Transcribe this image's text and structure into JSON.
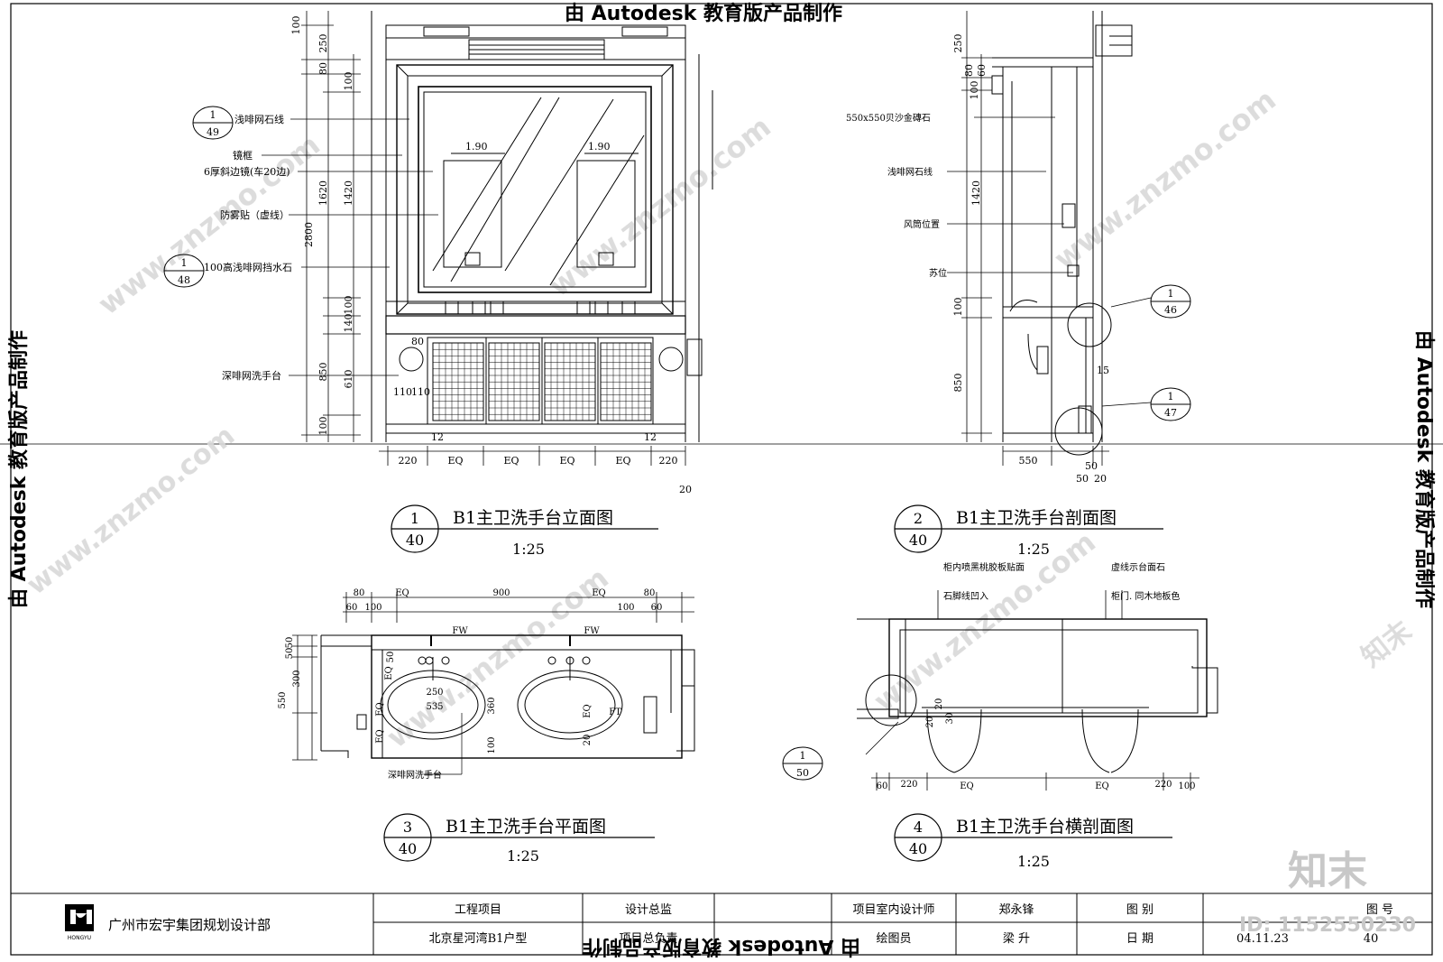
{
  "banner": {
    "top": "由 Autodesk 教育版产品制作",
    "bottom": "由 Autodesk 教育版产品制作",
    "left": "由 Autodesk 教育版产品制作",
    "right": "由 Autodesk 教育版产品制作"
  },
  "watermark": {
    "url": "www.znzmo.com",
    "brand": "知末",
    "brand_id": "ID: 1152550230"
  },
  "views": [
    {
      "num": "1",
      "sheet": "40",
      "title": "B1主卫洗手台立面图",
      "scale": "1:25"
    },
    {
      "num": "2",
      "sheet": "40",
      "title": "B1主卫洗手台剖面图",
      "scale": "1:25"
    },
    {
      "num": "3",
      "sheet": "40",
      "title": "B1主卫洗手台平面图",
      "scale": "1:25"
    },
    {
      "num": "4",
      "sheet": "40",
      "title": "B1主卫洗手台横剖面图",
      "scale": "1:25"
    }
  ],
  "elev": {
    "labels": [
      "浅啡网石线",
      "镜框",
      "6厚斜边镜(车20边)",
      "防雾贴（虚线）",
      "100高浅啡网挡水石",
      "深啡网洗手台"
    ],
    "ref1": {
      "num": "1",
      "sheet": "49"
    },
    "ref2": {
      "num": "1",
      "sheet": "48"
    },
    "vdims_outer": [
      "100",
      "2800"
    ],
    "vdims_mid": [
      "250",
      "80",
      "1620",
      "850",
      "100"
    ],
    "vdims_inner": [
      "100",
      "1420",
      "100",
      "140",
      "610"
    ],
    "mirror_dims": [
      "1.90",
      "1.90"
    ],
    "side_dims": [
      "80",
      "110",
      "110",
      "12",
      "12"
    ],
    "hdims": [
      "220",
      "EQ",
      "EQ",
      "EQ",
      "EQ",
      "220"
    ],
    "hdim_extra": "20"
  },
  "sect": {
    "labels": [
      "550x550贝沙金磚石",
      "浅啡网石线",
      "风筒位置",
      "苏位"
    ],
    "vdims": [
      "250",
      "100",
      "80",
      "60",
      "1420",
      "100",
      "850"
    ],
    "ref1": {
      "num": "1",
      "sheet": "46"
    },
    "ref2": {
      "num": "1",
      "sheet": "47"
    },
    "side_dim": "15",
    "hdims": [
      "550",
      "50",
      "50",
      "20"
    ]
  },
  "plan": {
    "top_dims": [
      "80",
      "EQ",
      "900",
      "EQ",
      "80"
    ],
    "top_dims2": [
      "60",
      "100",
      "100",
      "60"
    ],
    "left_dims": [
      "50",
      "50",
      "300",
      "550"
    ],
    "fw": [
      "FW",
      "FW"
    ],
    "ft": "FT",
    "inner": [
      "250",
      "535",
      "360",
      "100",
      "EQ",
      "EQ",
      "EQ",
      "20",
      "EQ",
      "50"
    ],
    "label": "深啡网洗手台"
  },
  "xsect": {
    "labels": [
      "柜内喷黑桃胶板贴面",
      "石脚线凹入",
      "虚线示台面石",
      "柜门. 同木地板色"
    ],
    "ref": {
      "num": "1",
      "sheet": "50"
    },
    "inner": [
      "20",
      "20",
      "30"
    ],
    "hdims": [
      "60",
      "220",
      "EQ",
      "EQ",
      "220",
      "100"
    ]
  },
  "titleblock": {
    "company": "广州市宏宇集团规划设计部",
    "logo_text": "HONGYU",
    "h1": "工程项目",
    "v1": "北京星河湾B1户型",
    "h2": "设计总监",
    "v2": "项目总负责",
    "h3": "项目室内设计师",
    "v3": "绘图员",
    "h4": "郑永锋",
    "v4": "梁 升",
    "h5": "图 别",
    "v5": "日 期",
    "h6": "图 号",
    "v6": "40",
    "date": "04.11.23"
  }
}
